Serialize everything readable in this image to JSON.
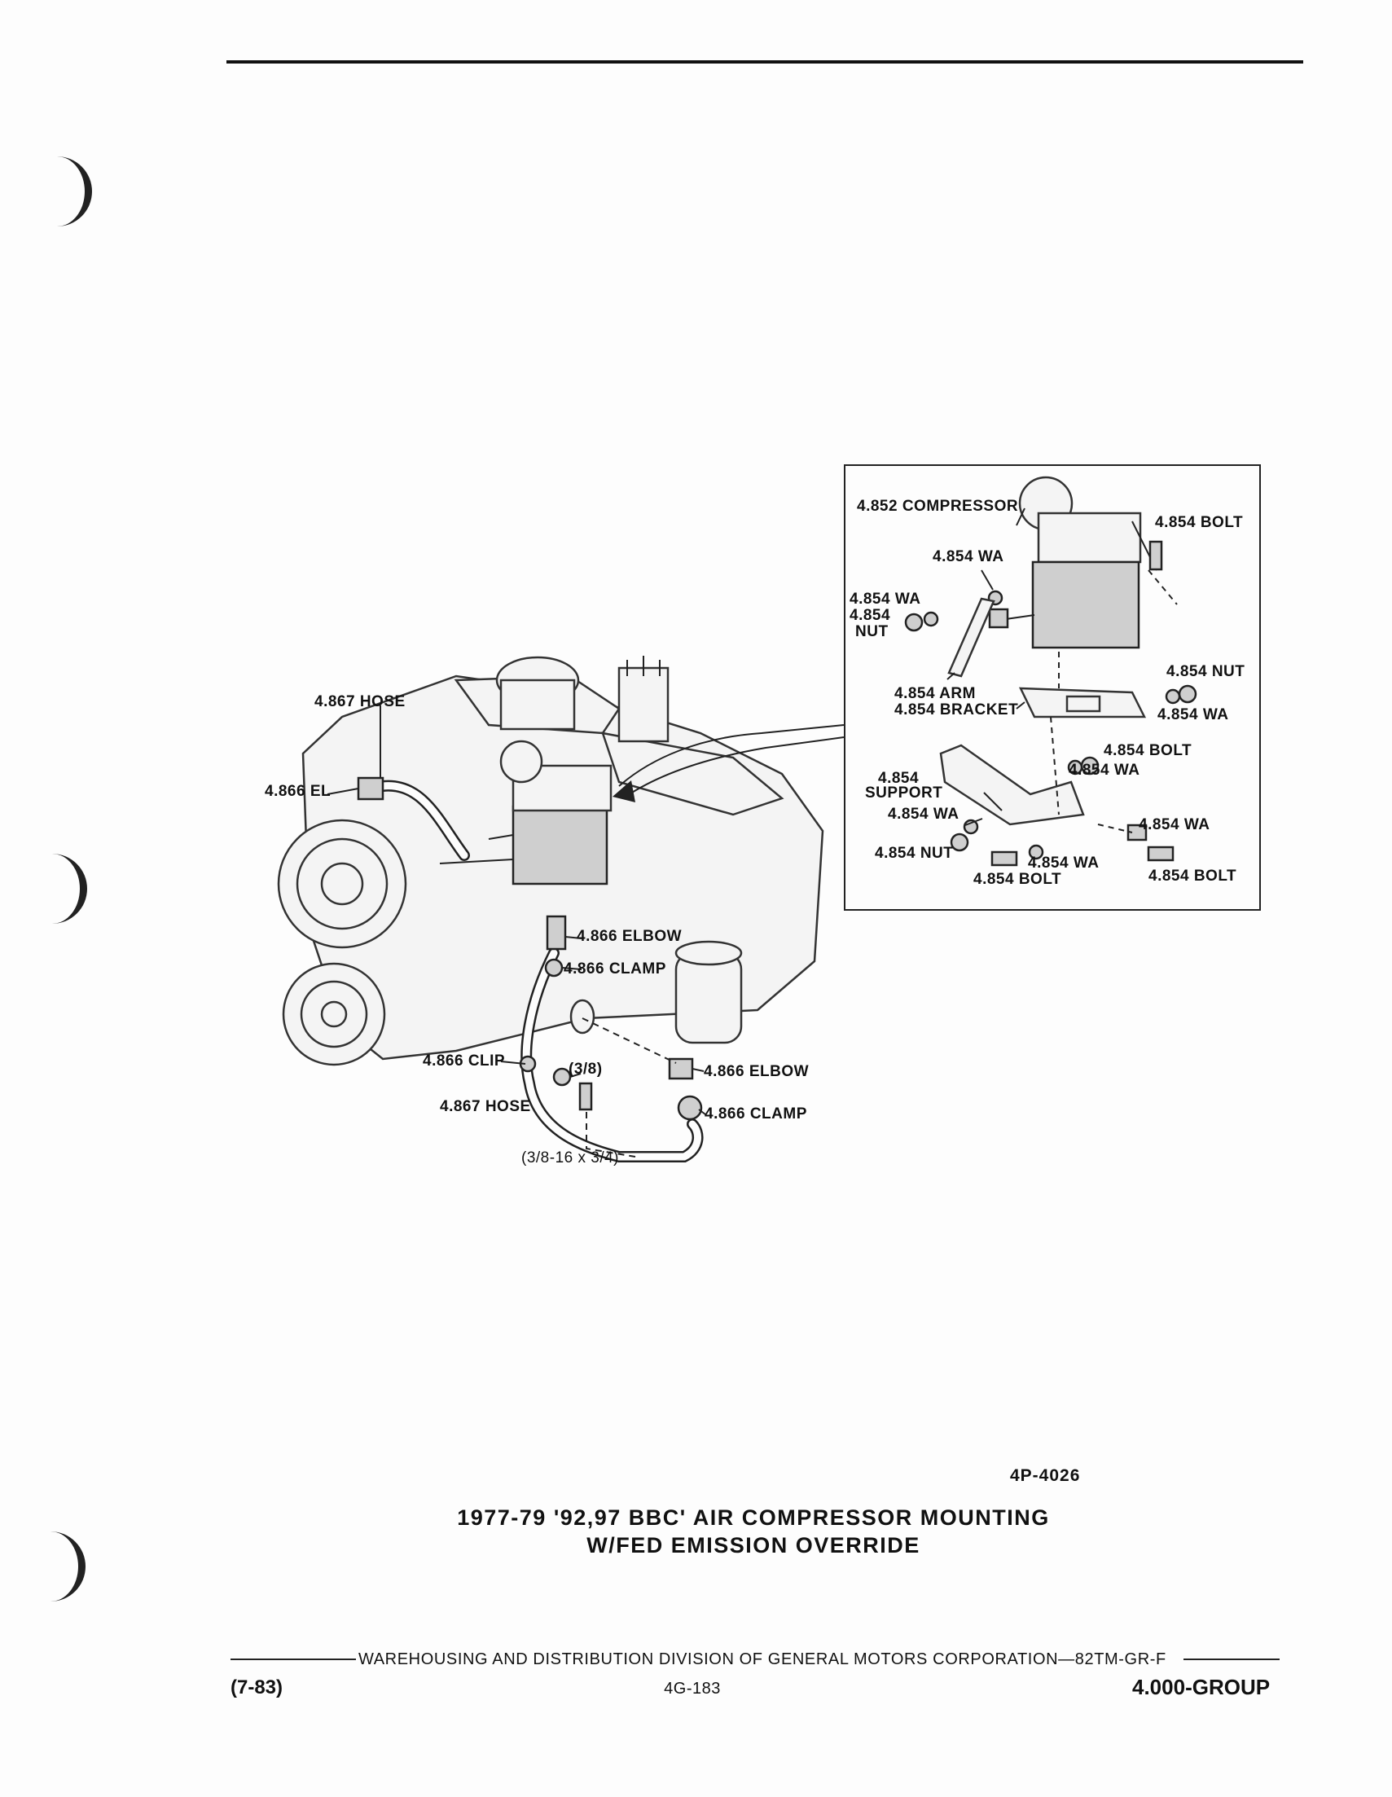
{
  "figure_number": "4P-4026",
  "title_line1": "1977-79 '92,97 BBC' AIR COMPRESSOR MOUNTING",
  "title_line2": "W/FED EMISSION OVERRIDE",
  "main_labels": {
    "hose_upper": "4.867 HOSE",
    "elbow_left": "4.866 EL",
    "elbow_mid": "4.866 ELBOW",
    "clamp_mid": "4.866 CLAMP",
    "clip": "4.866 CLIP",
    "size_38": "(3/8)",
    "hose_lower": "4.867 HOSE",
    "elbow_right": "4.866 ELBOW",
    "clamp_right": "4.866 CLAMP",
    "bolt_size": "(3/8-16 x 3/4)"
  },
  "inset_labels": {
    "compressor": "4.852 COMPRESSOR",
    "bolt_top": "4.854 BOLT",
    "wa_top": "4.854 WA",
    "wa_left": "4.854 WA",
    "nut_left_1": "4.854",
    "nut_left_2": "NUT",
    "arm": "4.854 ARM",
    "bracket": "4.854 BRACKET",
    "nut_right": "4.854 NUT",
    "wa_right": "4.854 WA",
    "bolt_mid": "4.854 BOLT",
    "wa_mid": "4.854 WA",
    "support_1": "4.854",
    "support_2": "SUPPORT",
    "wa_lower_left": "4.854 WA",
    "nut_lower": "4.854 NUT",
    "wa_lower_right": "4.854 WA",
    "wa_bottom": "4.854 WA",
    "bolt_bottom_left": "4.854 BOLT",
    "bolt_bottom_right": "4.854 BOLT"
  },
  "footer": {
    "text": "WAREHOUSING AND DISTRIBUTION  DIVISION OF GENERAL MOTORS CORPORATION—82TM-GR-F",
    "date": "(7-83)",
    "page": "4G-183",
    "group": "4.000-GROUP"
  }
}
